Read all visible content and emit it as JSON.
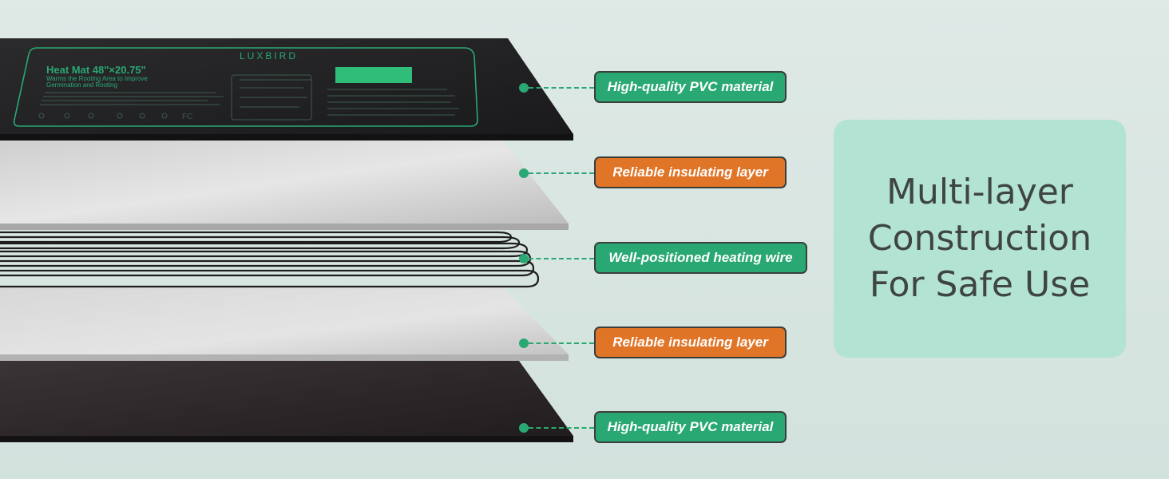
{
  "product": {
    "brand": "LUXBIRD",
    "mat_title": "Heat Mat 48\"×20.75\"",
    "mat_subtitle_1": "Warms the Rooting Area to Improve",
    "mat_subtitle_2": "Germination and Rooting",
    "mat_cert": "FC"
  },
  "layers": [
    {
      "label": "High-quality PVC material",
      "color": "#2aa873"
    },
    {
      "label": "Reliable insulating layer",
      "color": "#e07427"
    },
    {
      "label": "Well-positioned heating wire",
      "color": "#2aa873"
    },
    {
      "label": "Reliable insulating layer",
      "color": "#e07427"
    },
    {
      "label": "High-quality PVC material",
      "color": "#2aa873"
    }
  ],
  "headline": {
    "line1": "Multi-layer",
    "line2": "Construction",
    "line3": "For Safe Use"
  },
  "colors": {
    "accent_green": "#2aa873",
    "accent_orange": "#e07427",
    "card_bg": "#b3e3d3"
  }
}
